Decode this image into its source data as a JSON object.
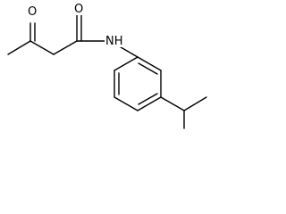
{
  "molecule": {
    "atoms": {
      "ketone_oxygen": "O",
      "amide_oxygen": "O",
      "amide_nitrogen": "NH"
    }
  }
}
